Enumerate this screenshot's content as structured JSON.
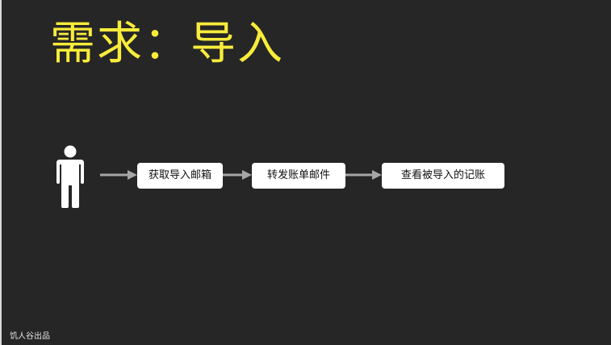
{
  "title": "需求：导入",
  "actor": {
    "icon": "person-icon"
  },
  "flow": {
    "steps": [
      {
        "label": "获取导入邮箱"
      },
      {
        "label": "转发账单邮件"
      },
      {
        "label": "查看被导入的记账"
      }
    ]
  },
  "footer": "饥人谷出品",
  "colors": {
    "background": "#262626",
    "title": "#f8ec3b",
    "box": "#ffffff",
    "arrow": "#a6a6a6",
    "person": "#ffffff"
  }
}
